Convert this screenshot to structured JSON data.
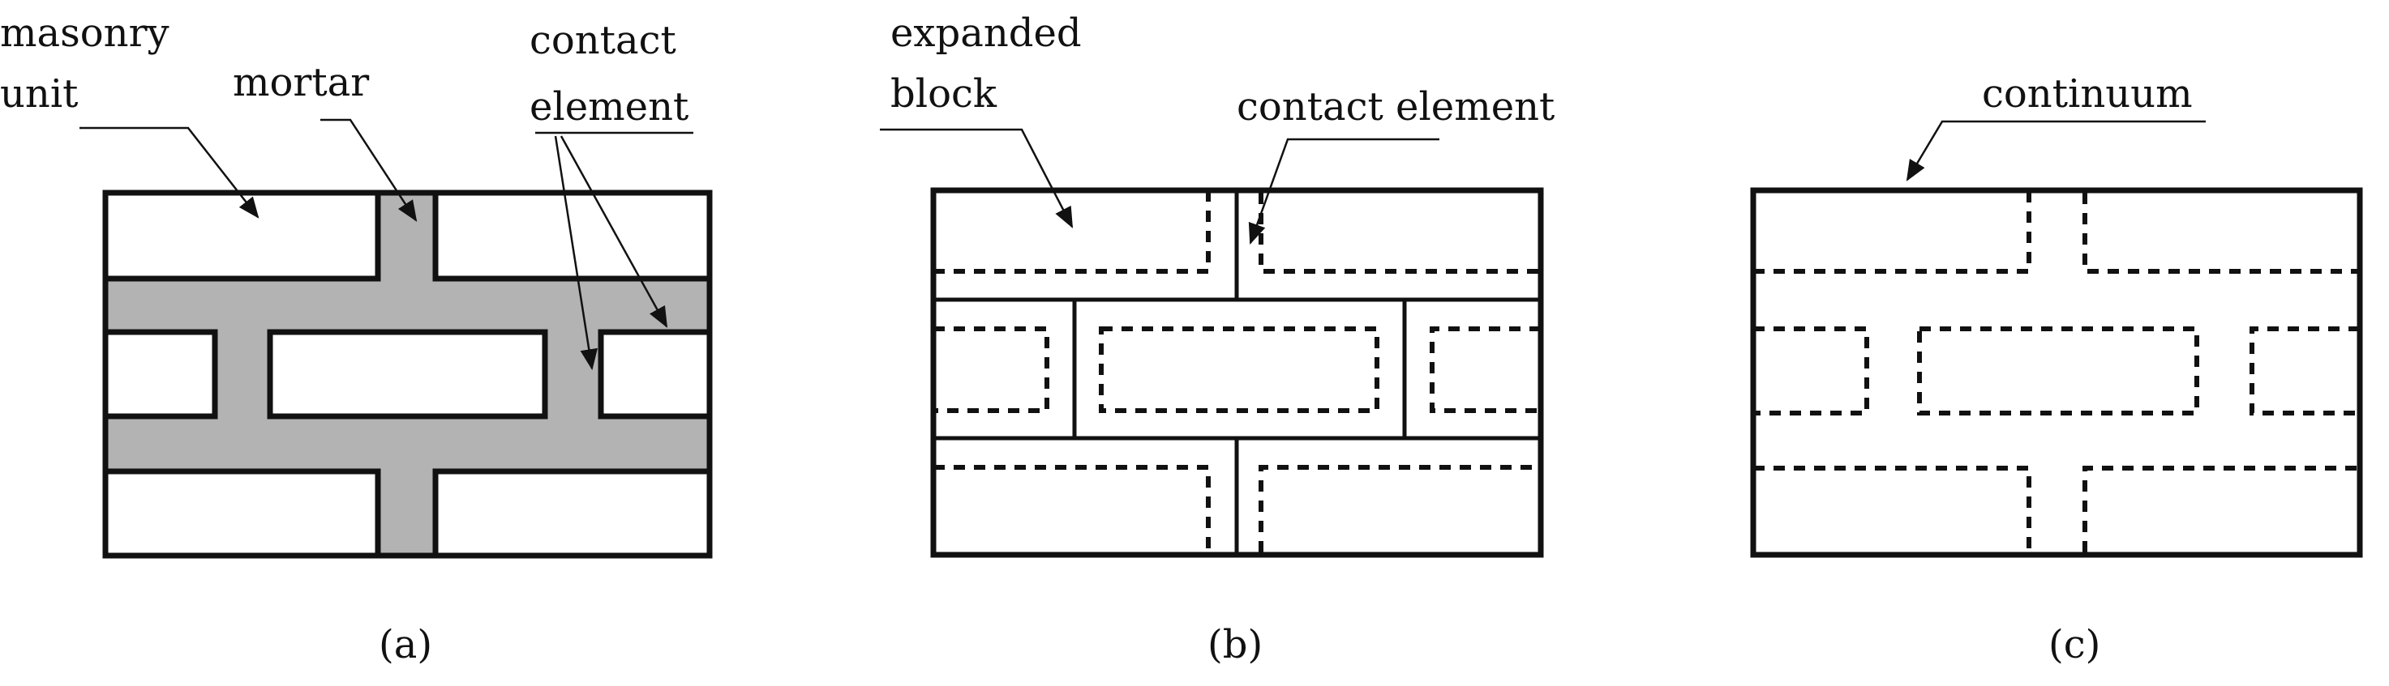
{
  "panels": {
    "a": {
      "caption": "(a)",
      "labels": {
        "masonry_line1": "masonry",
        "masonry_line2": "unit",
        "mortar": "mortar",
        "contact_line1": "contact",
        "contact_line2": "element"
      }
    },
    "b": {
      "caption": "(b)",
      "labels": {
        "expanded_line1": "expanded",
        "expanded_line2": "block",
        "contact": "contact element"
      }
    },
    "c": {
      "caption": "(c)",
      "labels": {
        "continuum": "continuum"
      }
    }
  },
  "colors": {
    "ink": "#111111",
    "mortar": "#b3b3b3",
    "background": "#ffffff"
  }
}
